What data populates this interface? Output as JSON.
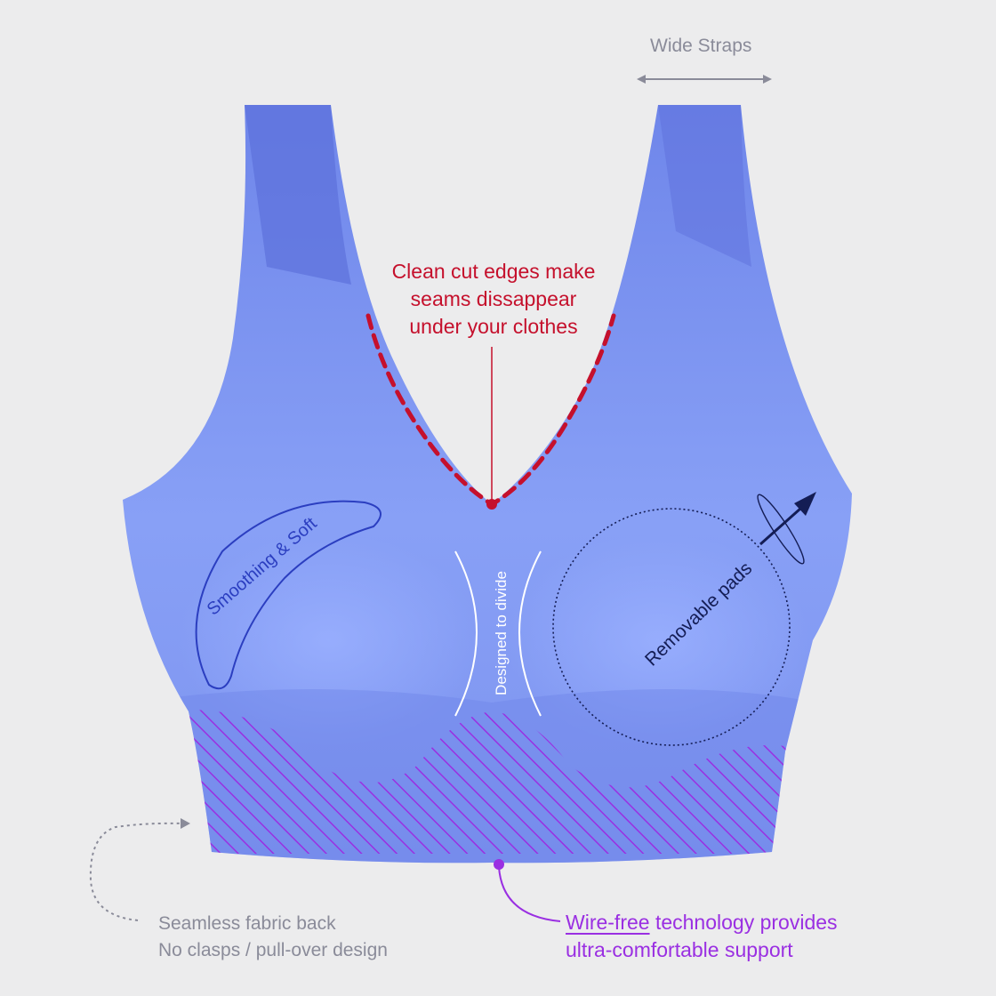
{
  "annotations": {
    "wide_straps": "Wide Straps",
    "clean_edges": [
      "Clean cut edges make",
      "seams dissappear",
      "under your clothes"
    ],
    "smoothing": "Smoothing & Soft",
    "divide": "Designed to divide",
    "pads": "Removable pads",
    "seamless_back": [
      "Seamless fabric back",
      "No clasps / pull-over design"
    ],
    "wire_free": {
      "underlined": "Wire-free",
      "rest_line1": " technology provides",
      "line2": "ultra-comfortable support"
    }
  },
  "colors": {
    "background": "#ececed",
    "garment": "#7f94ef",
    "garment_dark": "#5d70dc",
    "clean_edge_red": "#c5102c",
    "wire_purple": "#9a2fe2",
    "muted_gray": "#8a8b99",
    "navy": "#141d55"
  }
}
